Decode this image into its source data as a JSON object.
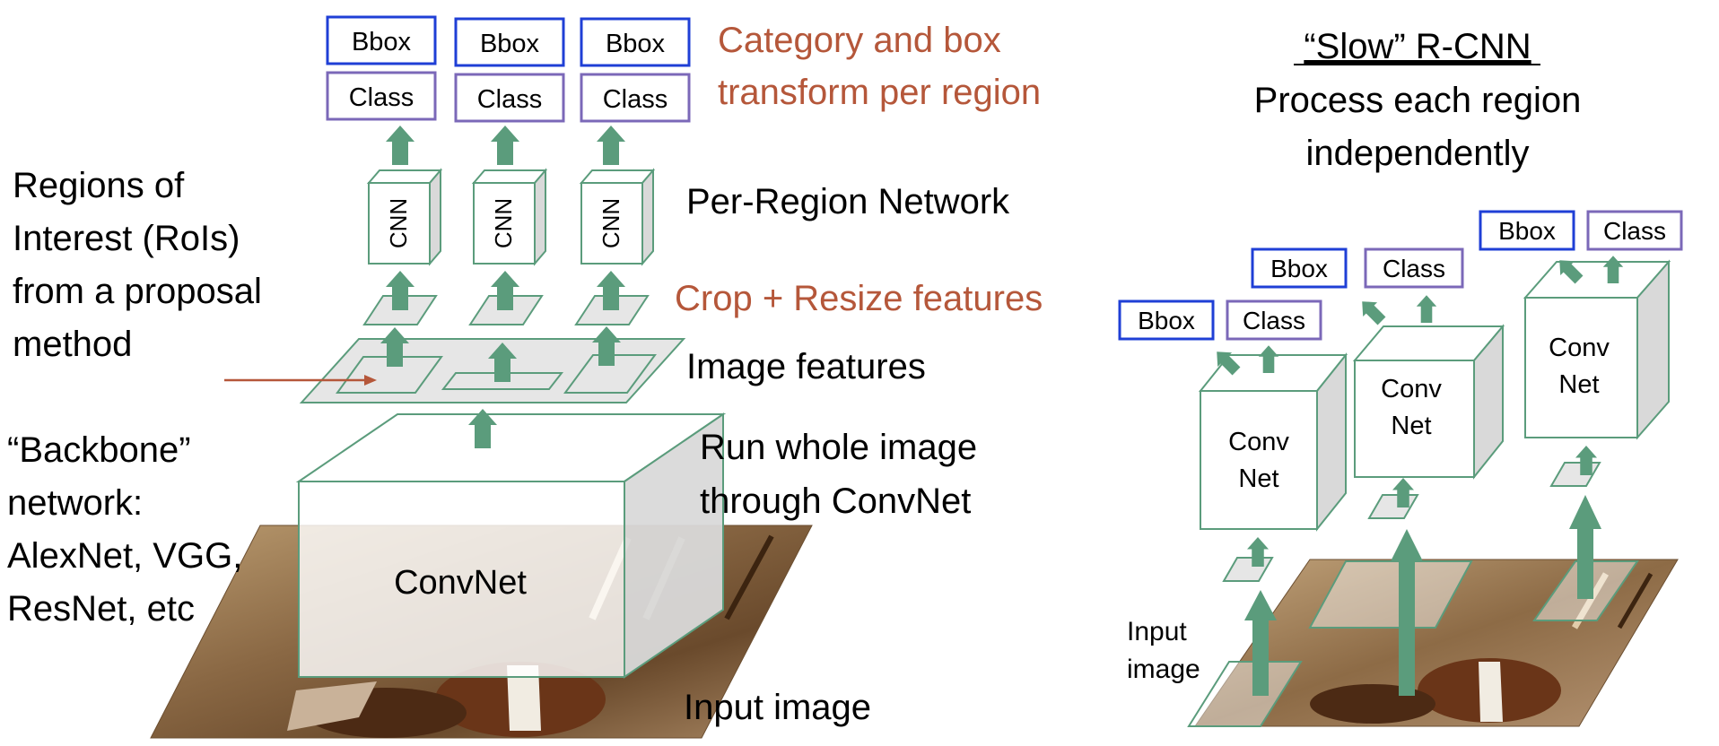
{
  "left": {
    "heads": [
      {
        "bbox": "Bbox",
        "class": "Class",
        "cnn": "CNN"
      },
      {
        "bbox": "Bbox",
        "class": "Class",
        "cnn": "CNN"
      },
      {
        "bbox": "Bbox",
        "class": "Class",
        "cnn": "CNN"
      }
    ],
    "backbone_label": "ConvNet",
    "labels": {
      "category_line1": "Category and box",
      "category_line2": "transform per region",
      "per_region": "Per-Region Network",
      "crop_resize": "Crop + Resize features",
      "image_features": "Image features",
      "run_line1": "Run whole image",
      "run_line2": "through ConvNet",
      "input_image": "Input image",
      "rois_line1": "Regions of",
      "rois_line2": "Interest (RoIs)",
      "rois_line3": "from a proposal",
      "rois_line4": "method",
      "backbone_line1": "“Backbone”",
      "backbone_line2": "network:",
      "backbone_line3": "AlexNet, VGG,",
      "backbone_line4": "ResNet, etc"
    }
  },
  "right": {
    "title": "“Slow” R-CNN",
    "subtitle_line1": "Process each region",
    "subtitle_line2": "independently",
    "input_line1": "Input",
    "input_line2": "image",
    "branches": [
      {
        "bbox": "Bbox",
        "class": "Class",
        "net_line1": "Conv",
        "net_line2": "Net"
      },
      {
        "bbox": "Bbox",
        "class": "Class",
        "net_line1": "Conv",
        "net_line2": "Net"
      },
      {
        "bbox": "Bbox",
        "class": "Class",
        "net_line1": "Conv",
        "net_line2": "Net"
      }
    ]
  },
  "colors": {
    "arrow": "#5b9c7c",
    "bbox_border": "#1f3fd6",
    "class_border": "#7b68b8",
    "accent_text": "#b5573a",
    "box_stroke": "#5b9c7c"
  },
  "icons": {
    "photo": "horse-rodeo-photo"
  }
}
